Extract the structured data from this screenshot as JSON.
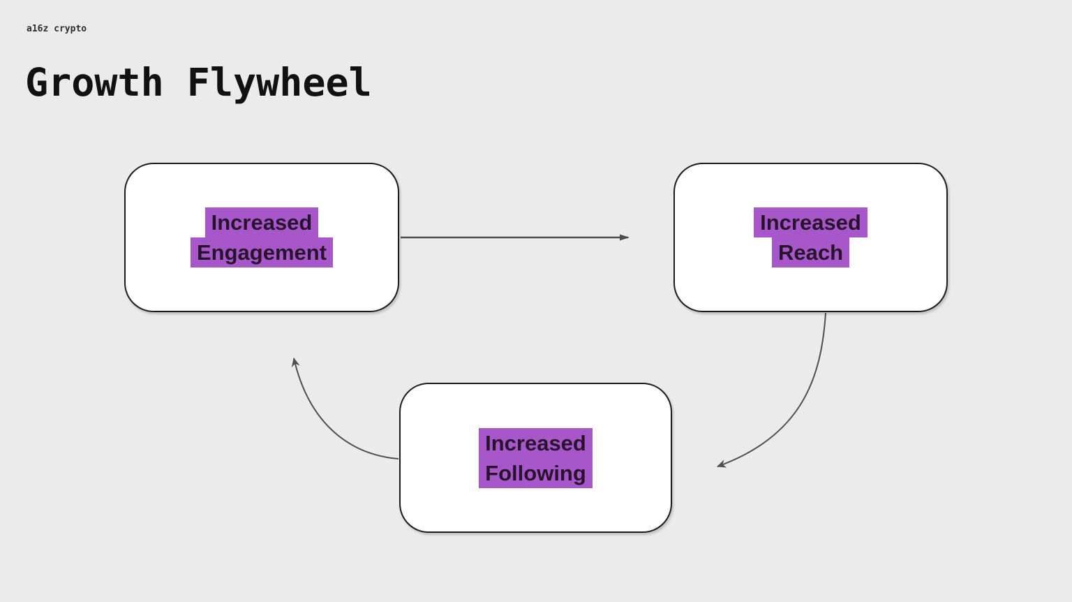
{
  "slide": {
    "brand": "a16z crypto",
    "title": "Growth Flywheel"
  },
  "diagram": {
    "nodes": [
      {
        "id": "increased-engagement",
        "lines": [
          "Increased",
          "Engagement"
        ]
      },
      {
        "id": "increased-reach",
        "lines": [
          "Increased",
          "Reach"
        ]
      },
      {
        "id": "increased-following",
        "lines": [
          "Increased",
          "Following"
        ]
      }
    ],
    "edges": [
      {
        "from": "increased-engagement",
        "to": "increased-reach",
        "style": "straight-arrow"
      },
      {
        "from": "increased-reach",
        "to": "increased-following",
        "style": "curved-arrow"
      },
      {
        "from": "increased-following",
        "to": "increased-engagement",
        "style": "curved-arrow"
      }
    ]
  },
  "colors": {
    "background": "#ebebeb",
    "node_fill": "#ffffff",
    "node_border": "#1b1b1b",
    "highlight": "#a857cb",
    "label_text": "#27132b",
    "arrow": "#4f4f4f",
    "title_text": "#111111"
  }
}
